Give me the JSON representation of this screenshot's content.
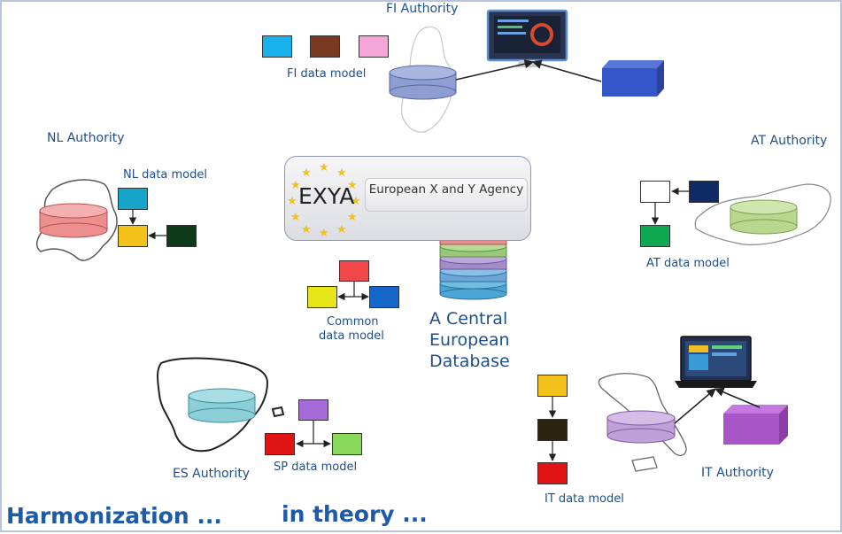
{
  "colors": {
    "label": "#1f4e8c",
    "title": "#1f5aa6"
  },
  "authorities": {
    "fi": {
      "name": "FI Authority",
      "model": "FI data model"
    },
    "nl": {
      "name": "NL Authority",
      "model": "NL data model"
    },
    "at": {
      "name": "AT Authority",
      "model": "AT data model"
    },
    "es": {
      "name": "ES Authority",
      "model": "SP data model"
    },
    "it": {
      "name": "IT Authority",
      "model": "IT data model"
    }
  },
  "agency": {
    "logo": "EXYA",
    "name": "European X and Y Agency"
  },
  "common_model": {
    "label_line1": "Common",
    "label_line2": "data model"
  },
  "central_db": {
    "line1": "A Central",
    "line2": "European",
    "line3": "Database"
  },
  "footer": {
    "left": "Harmonization ...",
    "right": "in theory ..."
  },
  "icons": [
    "database-icon",
    "monitor-icon",
    "server-box-icon",
    "laptop-icon",
    "eu-stars-icon"
  ]
}
